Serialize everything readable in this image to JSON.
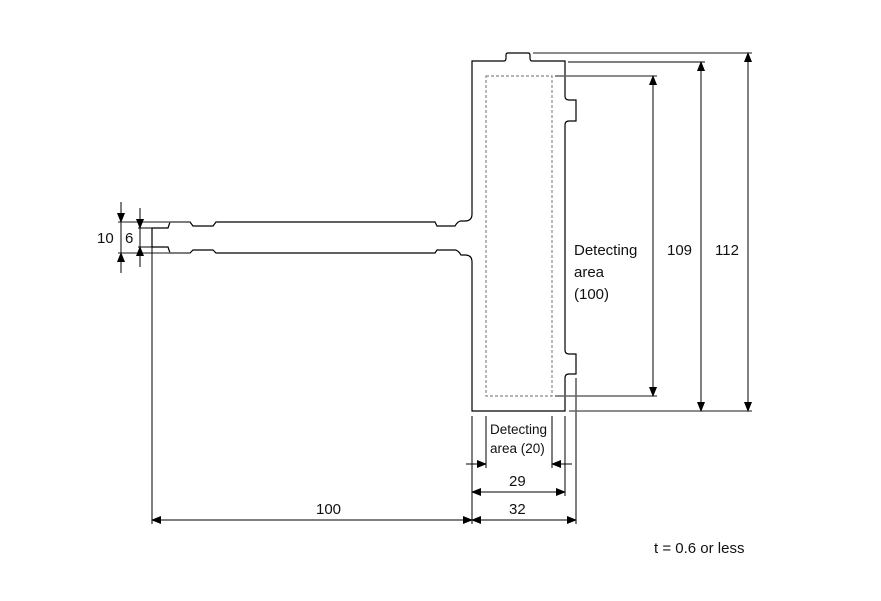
{
  "dimensions": {
    "stem_outer": "10",
    "stem_inner": "6",
    "stem_length": "100",
    "body_width": "32",
    "body_inner_width": "29",
    "detecting_width_label": [
      "Detecting",
      "area (20)"
    ],
    "detecting_height_label": [
      "Detecting",
      "area",
      "(100)"
    ],
    "body_inner_height": "109",
    "body_height": "112"
  },
  "note": "t = 0.6 or less"
}
